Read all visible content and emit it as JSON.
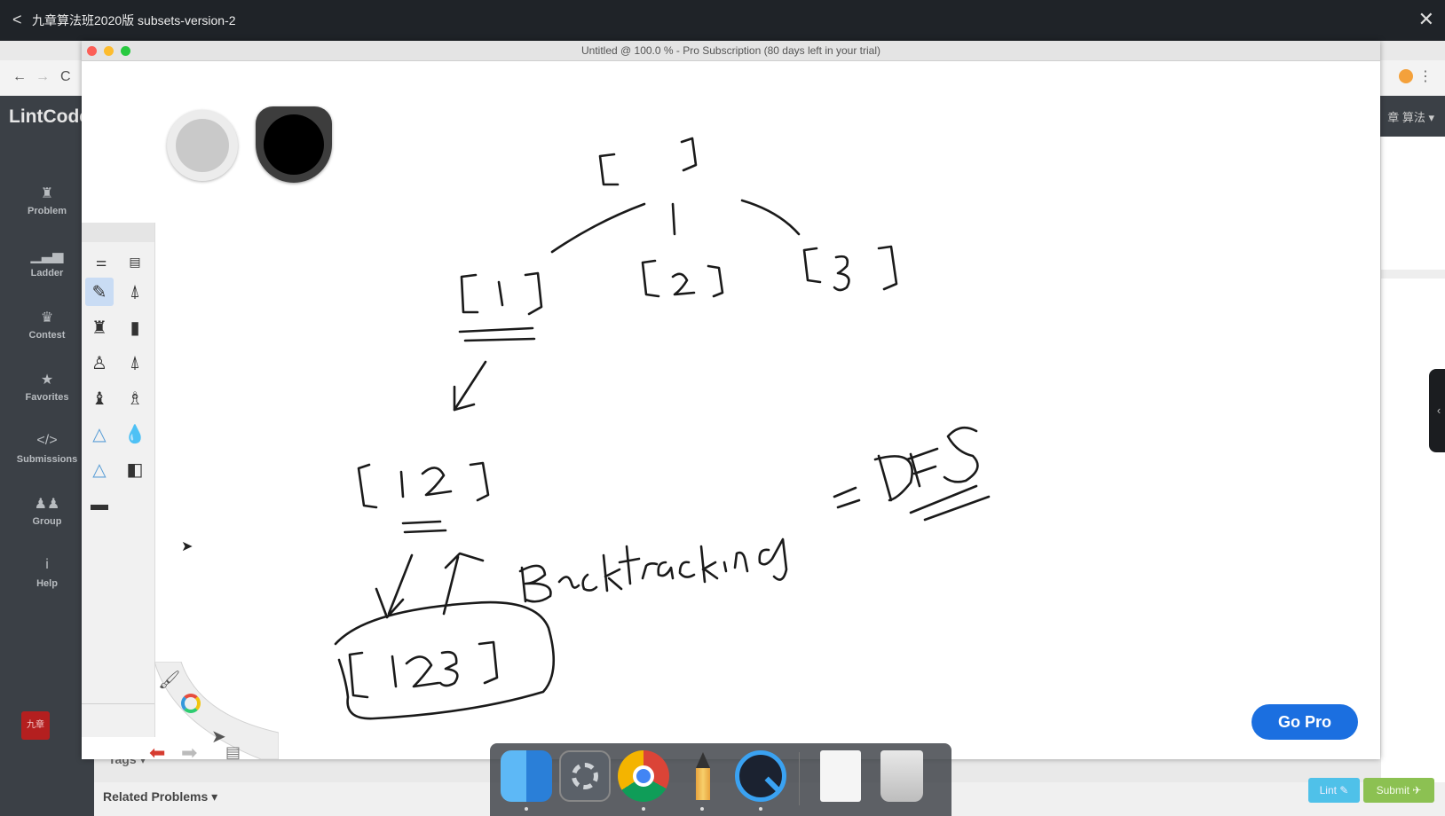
{
  "player": {
    "title": "九章算法班2020版 subsets-version-2",
    "back": "<",
    "close": "✕"
  },
  "browser": {
    "nav_back": "←",
    "nav_forward": "→",
    "nav_reload": "C",
    "logo": "LintCode",
    "right_menu": "章 算法 ▾",
    "sidebar": [
      {
        "label": "Problem",
        "icon": "puzzle-icon",
        "glyph": "♜"
      },
      {
        "label": "Ladder",
        "icon": "bar-chart-icon",
        "glyph": "▁▃▅"
      },
      {
        "label": "Contest",
        "icon": "trophy-icon",
        "glyph": "♛"
      },
      {
        "label": "Favorites",
        "icon": "star-icon",
        "glyph": "★"
      },
      {
        "label": "Submissions",
        "icon": "code-icon",
        "glyph": "</>"
      },
      {
        "label": "Group",
        "icon": "group-icon",
        "glyph": "♟♟"
      },
      {
        "label": "Help",
        "icon": "info-icon",
        "glyph": "i"
      }
    ],
    "tags": "Tags ▾",
    "related": "Related Problems ▾",
    "lint_btn": "Lint ✎",
    "submit_btn": "Submit ✈",
    "seal_text": "九章"
  },
  "app": {
    "title": "Untitled @ 100.0 % - Pro Subscription (80 days left in your trial)",
    "traffic": {
      "close": "#fc5f57",
      "min": "#fdbc2e",
      "max": "#28c940"
    },
    "swatch_light": "#c9c9c9",
    "swatch_dark": "#000000",
    "go_pro": "Go Pro",
    "brand_blue": "#1b6fe0"
  },
  "dock": [
    {
      "name": "finder-icon"
    },
    {
      "name": "system-preferences-icon"
    },
    {
      "name": "chrome-icon"
    },
    {
      "name": "sketch-pencil-icon"
    },
    {
      "name": "quicktime-icon"
    },
    {
      "name": "document-icon"
    },
    {
      "name": "trash-icon"
    }
  ]
}
